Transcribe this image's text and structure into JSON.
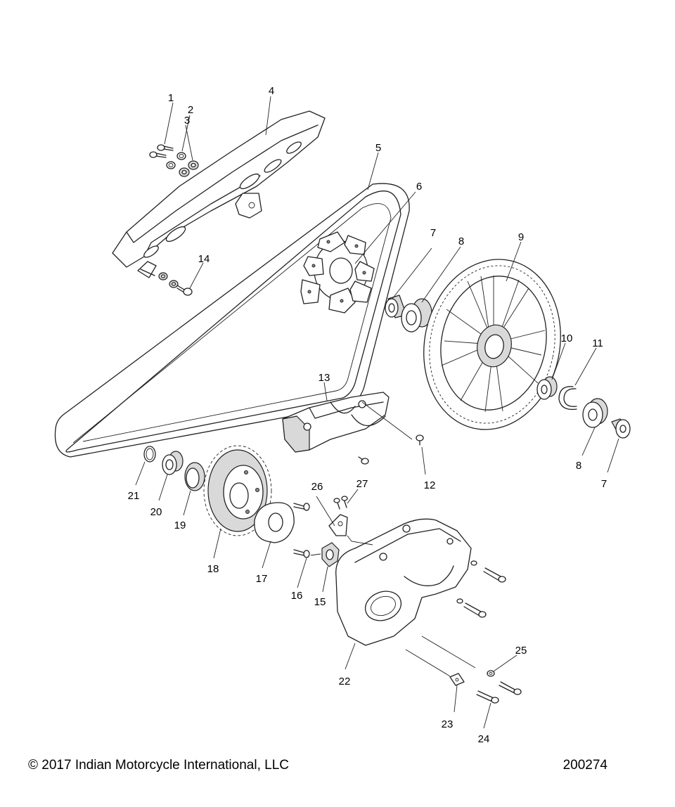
{
  "footer": {
    "copyright": "© 2017 Indian Motorcycle International, LLC",
    "drawing_number": "200274"
  },
  "callouts": {
    "c1": "1",
    "c2": "2",
    "c3": "3",
    "c4": "4",
    "c5": "5",
    "c6": "6",
    "c7a": "7",
    "c7b": "7",
    "c8a": "8",
    "c8b": "8",
    "c9": "9",
    "c10": "10",
    "c11": "11",
    "c12": "12",
    "c13": "13",
    "c14": "14",
    "c15": "15",
    "c16": "16",
    "c17": "17",
    "c18": "18",
    "c19": "19",
    "c20": "20",
    "c21": "21",
    "c22": "22",
    "c23": "23",
    "c24": "24",
    "c25": "25",
    "c26": "26",
    "c27": "27"
  }
}
